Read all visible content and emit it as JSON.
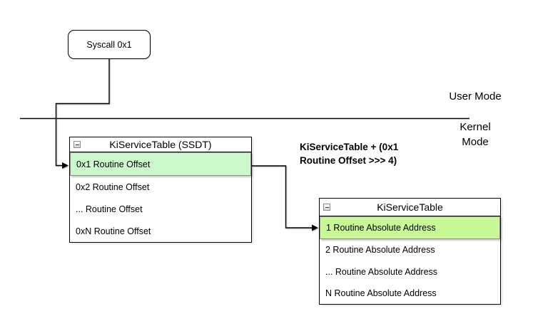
{
  "syscall_node": {
    "label": "Syscall 0x1"
  },
  "mode_divider": {
    "user_label": "User Mode",
    "kernel_label": "Kernel Mode"
  },
  "annotation": {
    "text": "KiServiceTable + (0x1 Routine Offset >>> 4)",
    "line1": "KiServiceTable + (0x1",
    "line2": "Routine Offset >>> 4)"
  },
  "ssdt_table": {
    "title": "KiServiceTable (SSDT)",
    "collapse_icon": "minus",
    "rows": [
      {
        "label": "0x1 Routine Offset",
        "highlighted": true
      },
      {
        "label": "0x2 Routine Offset",
        "highlighted": false
      },
      {
        "label": "... Routine Offset",
        "highlighted": false
      },
      {
        "label": "0xN Routine Offset",
        "highlighted": false
      }
    ]
  },
  "service_table": {
    "title": "KiServiceTable",
    "collapse_icon": "minus",
    "rows": [
      {
        "label": "1 Routine Absolute Address",
        "highlighted": true
      },
      {
        "label": "2 Routine Absolute Address",
        "highlighted": false
      },
      {
        "label": "... Routine Absolute Address",
        "highlighted": false
      },
      {
        "label": "N Routine Absolute Address",
        "highlighted": false
      }
    ]
  },
  "colors": {
    "highlight_mint": "#ccf9cc",
    "highlight_lime": "#c9f897",
    "table_border": "#000000",
    "highlight_border": "#8f8f8f",
    "background": "#ffffff"
  }
}
